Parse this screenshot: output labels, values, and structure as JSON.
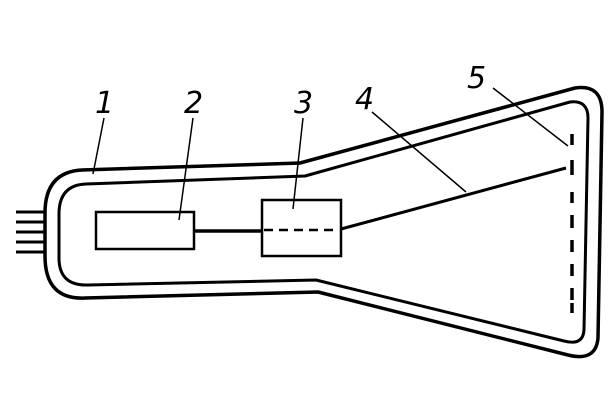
{
  "diagram": {
    "labels": {
      "envelope": "1",
      "electron_gun": "2",
      "deflection_system": "3",
      "electron_beam": "4",
      "screen": "5"
    },
    "colors": {
      "line": "#000000",
      "background": "#ffffff"
    }
  }
}
